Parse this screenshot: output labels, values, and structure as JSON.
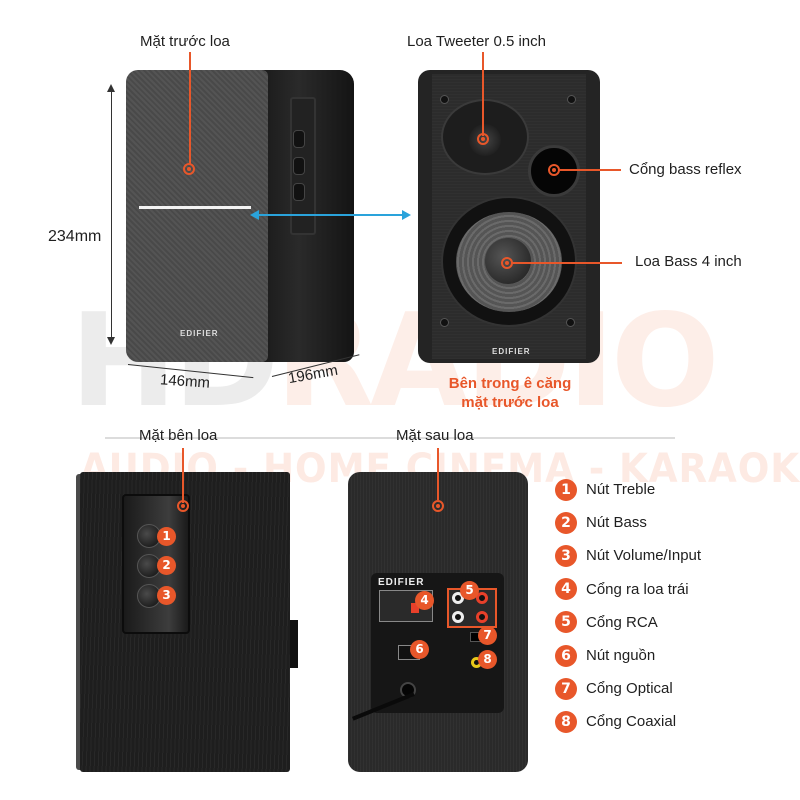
{
  "watermark": {
    "logo_left": "HD",
    "logo_right": "RADIO",
    "tagline": "AUDIO - HOME CINEMA - KARAOKE"
  },
  "front_view": {
    "label": "Mặt trước loa",
    "brand": "EDIFIER",
    "height": "234mm",
    "width": "146mm",
    "depth": "196mm"
  },
  "inner_view": {
    "tweeter_label": "Loa Tweeter 0.5 inch",
    "port_label": "Cổng bass reflex",
    "woofer_label": "Loa Bass 4 inch",
    "brand": "EDIFIER",
    "caption_line1": "Bên trong ê căng",
    "caption_line2": "mặt trước loa"
  },
  "side_view": {
    "label": "Mặt bên loa",
    "markers": [
      "1",
      "2",
      "3"
    ]
  },
  "back_view": {
    "label": "Mặt sau loa",
    "brand": "EDIFIER",
    "markers": [
      "4",
      "5",
      "6",
      "7",
      "8"
    ]
  },
  "legend": [
    {
      "num": "1",
      "text": "Nút Treble"
    },
    {
      "num": "2",
      "text": "Nút Bass"
    },
    {
      "num": "3",
      "text": "Nút Volume/Input"
    },
    {
      "num": "4",
      "text": "Cổng ra loa trái"
    },
    {
      "num": "5",
      "text": "Cổng RCA"
    },
    {
      "num": "6",
      "text": "Nút nguồn"
    },
    {
      "num": "7",
      "text": "Cổng Optical"
    },
    {
      "num": "8",
      "text": "Cổng Coaxial"
    }
  ],
  "colors": {
    "accent": "#e8572a",
    "arrow_blue": "#2aa3db"
  }
}
